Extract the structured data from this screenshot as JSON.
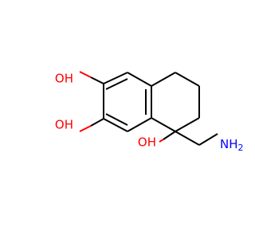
{
  "molecule": {
    "atoms": {
      "oh_top": {
        "text": "OH",
        "element": "O"
      },
      "oh_middle": {
        "text": "OH",
        "element": "O"
      },
      "oh_bottom": {
        "text": "OH",
        "element": "O"
      },
      "nh2": {
        "text": "NH",
        "subscript": "2",
        "element": "N"
      }
    }
  },
  "colors": {
    "bond": "#000000",
    "oxygen": "#ff0000",
    "nitrogen": "#0000ff",
    "background": "#ffffff"
  }
}
